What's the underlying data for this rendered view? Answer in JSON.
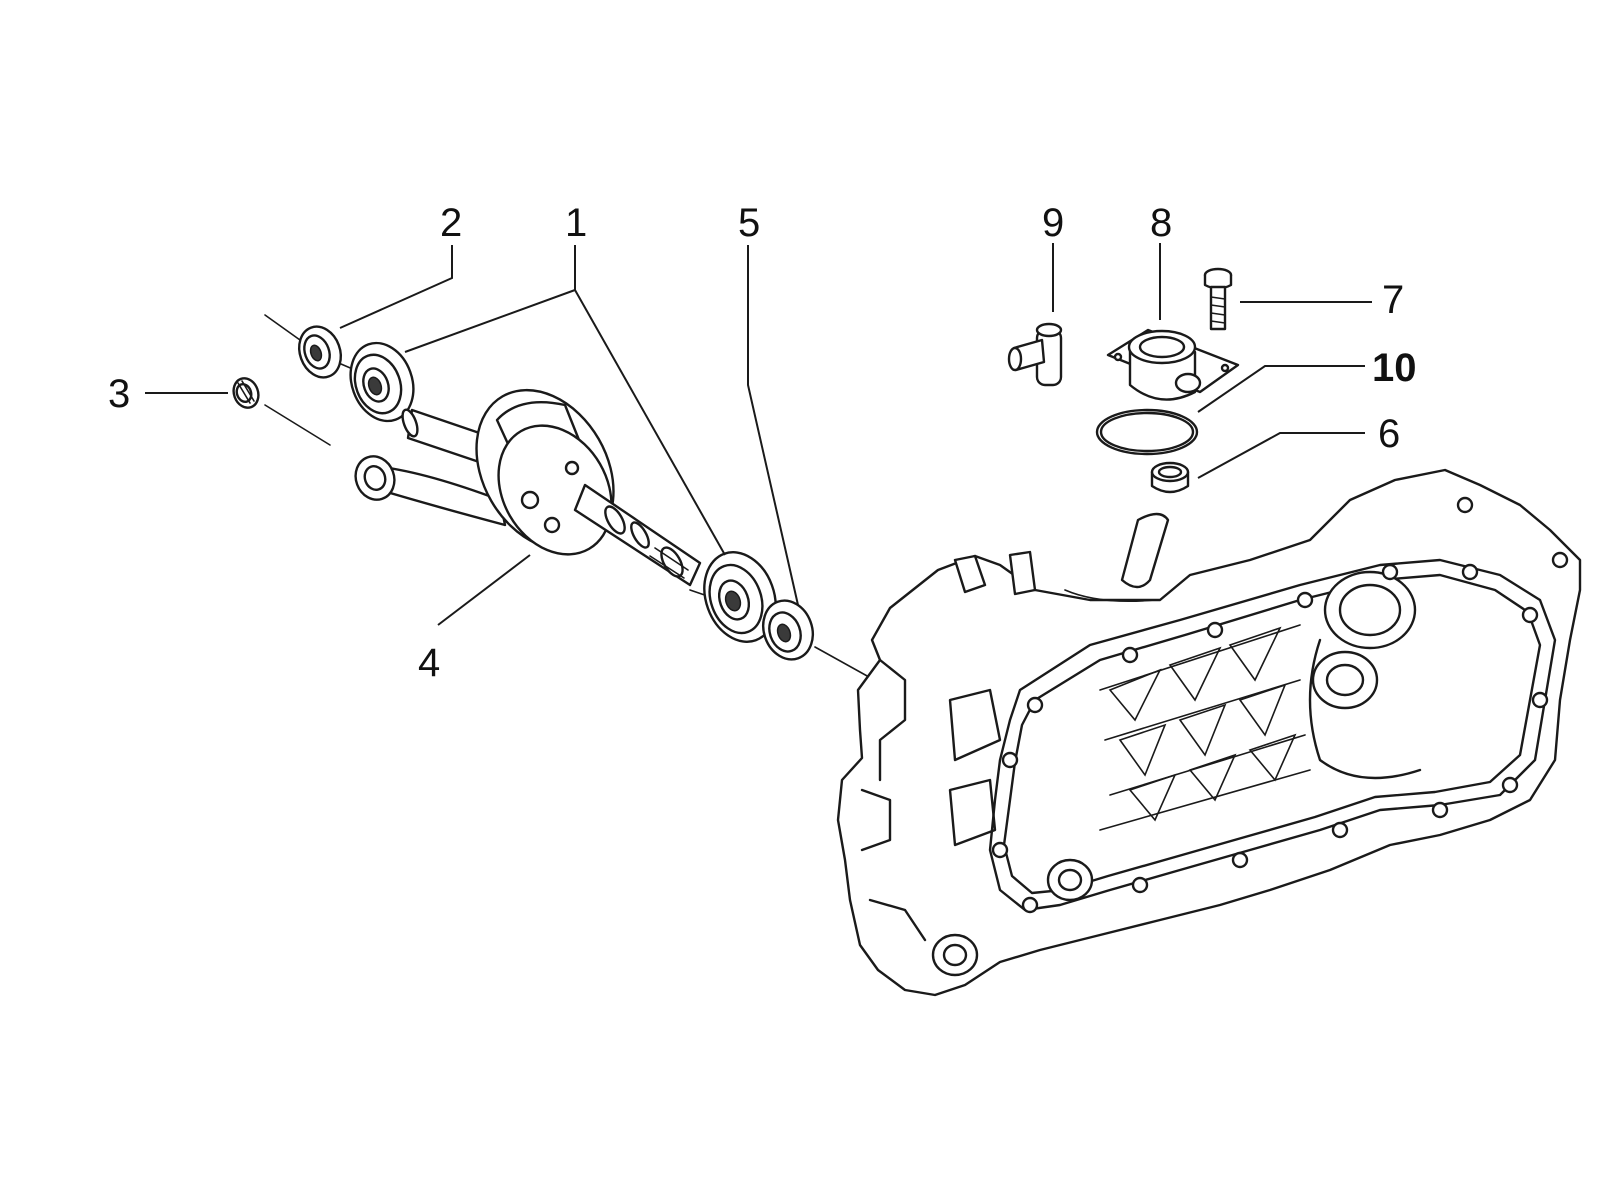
{
  "diagram": {
    "callouts": [
      {
        "id": "c1",
        "label": "1"
      },
      {
        "id": "c2",
        "label": "2"
      },
      {
        "id": "c3",
        "label": "3"
      },
      {
        "id": "c4",
        "label": "4"
      },
      {
        "id": "c5",
        "label": "5"
      },
      {
        "id": "c6",
        "label": "6"
      },
      {
        "id": "c7",
        "label": "7"
      },
      {
        "id": "c8",
        "label": "8"
      },
      {
        "id": "c9",
        "label": "9"
      },
      {
        "id": "c10",
        "label": "10"
      }
    ]
  },
  "colors": {
    "ink": "#1a1a1a",
    "background": "#ffffff"
  }
}
